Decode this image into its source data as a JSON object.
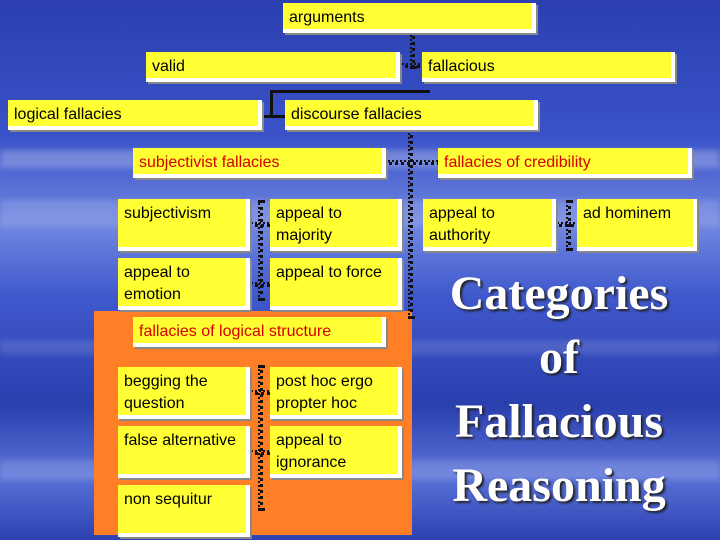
{
  "boxes": {
    "arguments": "arguments",
    "valid": "valid",
    "fallacious": "fallacious",
    "logical_fallacies": "logical fallacies",
    "discourse_fallacies": "discourse fallacies",
    "subjectivist_fallacies": "subjectivist fallacies",
    "fallacies_of_credibility": "fallacies of credibility",
    "subjectivism": "subjectivism",
    "appeal_to_majority": "appeal to majority",
    "appeal_to_authority": "appeal to authority",
    "ad_hominem": "ad hominem",
    "appeal_to_emotion": "appeal to emotion",
    "appeal_to_force": "appeal to force",
    "fallacies_of_logical_structure": "fallacies of logical structure",
    "begging_the_question": "begging the question",
    "post_hoc_ergo_propter_hoc": "post hoc ergo propter hoc",
    "false_alternative": "false alternative",
    "appeal_to_ignorance": "appeal to ignorance",
    "non_sequitur": "non sequitur"
  },
  "title_lines": [
    "Categories",
    "of",
    "Fallacious",
    "Reasoning"
  ],
  "colors": {
    "box_fill": "#ffff33",
    "category_text": "#d40000",
    "highlight_region": "#ff7f27",
    "background": "#3a52c8"
  }
}
